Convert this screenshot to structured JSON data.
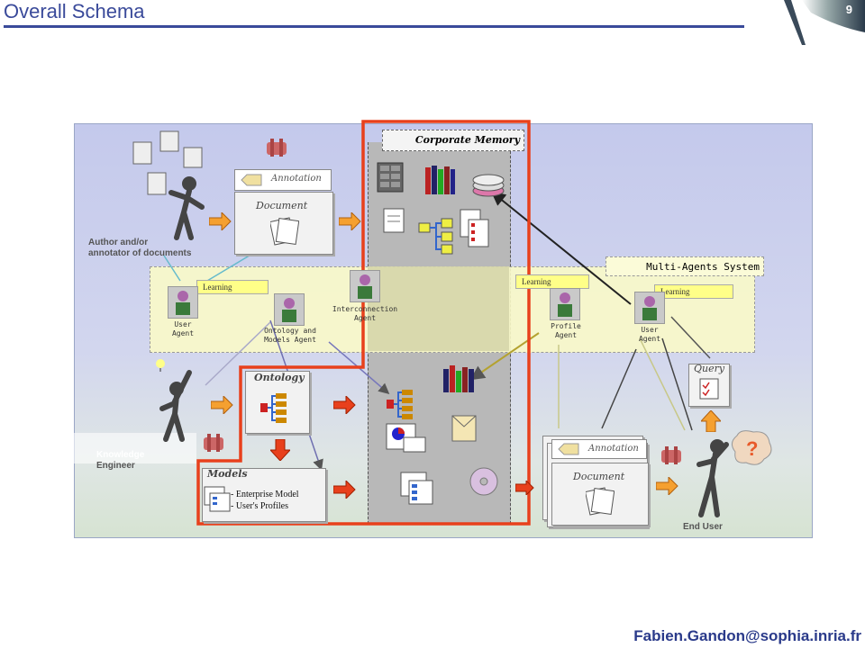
{
  "header": {
    "title": "Overall Schema",
    "page_number": "9"
  },
  "footer": {
    "email": "Fabien.Gandon@sophia.inria.fr"
  },
  "diagram": {
    "corporate_memory": "Corporate Memory",
    "multi_agents_system": "Multi-Agents System",
    "author": {
      "line1": "Author and/or",
      "line2": "annotator of documents"
    },
    "knowledge_engineer": {
      "line1": "Knowledge",
      "line2": "Engineer"
    },
    "end_user": "End User",
    "annotation_top": "Annotation",
    "document_top": "Document",
    "annotation_bottom": "Annotation",
    "document_bottom": "Document",
    "ontology": "Ontology",
    "models": "Models",
    "models_items": [
      "- Enterprise Model",
      "- User's Profiles"
    ],
    "query": "Query",
    "learning": "Learning",
    "agents": {
      "user_agent_left": {
        "line1": "User",
        "line2": "Agent"
      },
      "ontology_agent": {
        "line1": "Ontology and",
        "line2": "Models Agent"
      },
      "interconnection_agent": {
        "line1": "Interconnection",
        "line2": "Agent"
      },
      "profile_agent": {
        "line1": "Profile",
        "line2": "Agent"
      },
      "user_agent_right": {
        "line1": "User",
        "line2": "Agent"
      }
    }
  },
  "colors": {
    "title": "#3a4a9a",
    "frame": "#e8401c",
    "orange_arrow": "#f5a030",
    "learning_box": "#ffff88"
  }
}
